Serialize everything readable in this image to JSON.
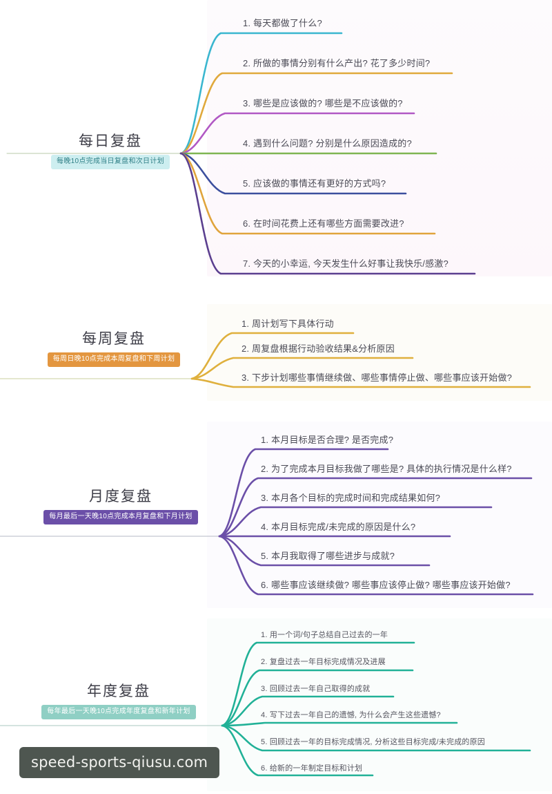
{
  "watermark": {
    "text": "speed-sports-qiusu.com"
  },
  "sections": [
    {
      "id": "daily",
      "title": "每日复盘",
      "badge": "每晚10点完成当日复盘和次日计划",
      "accent": "#3bb3c9",
      "items": [
        {
          "text": "1. 每天都做了什么?",
          "color": "#3ab6cf"
        },
        {
          "text": "2. 所做的事情分别有什么产出? 花了多少时间?",
          "color": "#e0a93c"
        },
        {
          "text": "3. 哪些是应该做的? 哪些是不应该做的?",
          "color": "#b158c4"
        },
        {
          "text": "4. 遇到什么问题? 分别是什么原因造成的?",
          "color": "#7fb552"
        },
        {
          "text": "5. 应该做的事情还有更好的方式吗?",
          "color": "#3c4f9e"
        },
        {
          "text": "6. 在时间花费上还有哪些方面需要改进?",
          "color": "#e0a43c"
        },
        {
          "text": "7. 今天的小幸运, 今天发生什么好事让我快乐/感激?",
          "color": "#5b3f8f"
        }
      ]
    },
    {
      "id": "weekly",
      "title": "每周复盘",
      "badge": "每周日晚10点完成本周复盘和下周计划",
      "accent": "#e3b13c",
      "items": [
        {
          "text": "1. 周计划写下具体行动",
          "color": "#dfb03d"
        },
        {
          "text": "2. 周复盘根据行动验收结果&分析原因",
          "color": "#dfb03d"
        },
        {
          "text": "3. 下步计划哪些事情继续做、哪些事情停止做、哪些事应该开始做?",
          "color": "#dfb03d"
        }
      ]
    },
    {
      "id": "monthly",
      "title": "月度复盘",
      "badge": "每月最后一天晚10点完成本月复盘和下月计划",
      "accent": "#6b4fa8",
      "items": [
        {
          "text": "1. 本月目标是否合理? 是否完成?",
          "color": "#6b4fa8"
        },
        {
          "text": "2. 为了完成本月目标我做了哪些是? 具体的执行情况是什么样?",
          "color": "#6b4fa8"
        },
        {
          "text": "3. 本月各个目标的完成时间和完成结果如何?",
          "color": "#6b4fa8"
        },
        {
          "text": "4. 本月目标完成/未完成的原因是什么?",
          "color": "#6b4fa8"
        },
        {
          "text": "5. 本月我取得了哪些进步与成就?",
          "color": "#6b4fa8"
        },
        {
          "text": "6. 哪些事应该继续做? 哪些事应该停止做? 哪些事应该开始做?",
          "color": "#6b4fa8"
        }
      ]
    },
    {
      "id": "annual",
      "title": "年度复盘",
      "badge": "每年最后一天晚10点完成年度复盘和新年计划",
      "accent": "#21b197",
      "items": [
        {
          "text": "1. 用一个词/句子总结自己过去的一年",
          "color": "#21b197"
        },
        {
          "text": "2. 复盘过去一年目标完成情况及进展",
          "color": "#21b197"
        },
        {
          "text": "3. 回顾过去一年自己取得的成就",
          "color": "#21b197"
        },
        {
          "text": "4. 写下过去一年自己的遗憾, 为什么会产生这些遗憾?",
          "color": "#21b197"
        },
        {
          "text": "5. 回顾过去一年的目标完成情况, 分析这些目标完成/未完成的原因",
          "color": "#21b197"
        },
        {
          "text": "6. 给新的一年制定目标和计划",
          "color": "#21b197"
        }
      ]
    }
  ]
}
